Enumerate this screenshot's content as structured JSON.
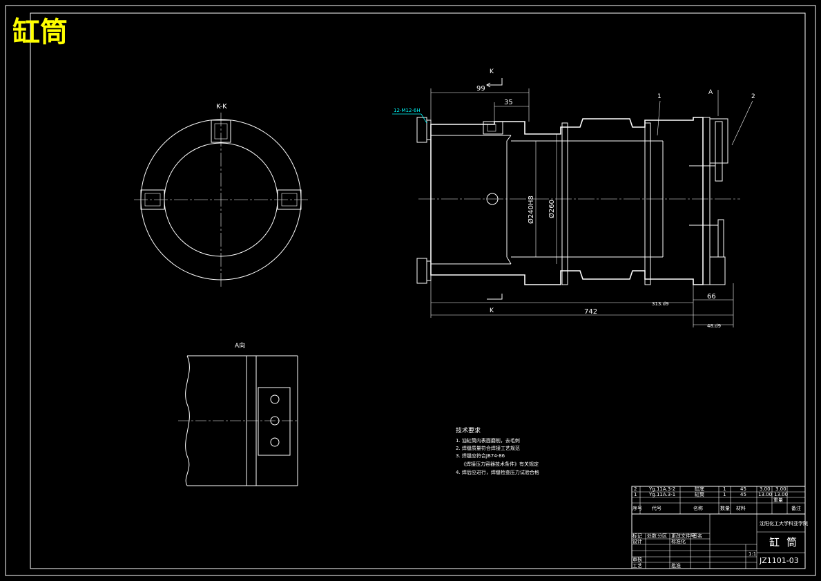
{
  "title": "缸筒",
  "colors": {
    "background": "#000000",
    "lines": "#ffffff",
    "title": "#ffff00",
    "leader": "#00ffff"
  },
  "views": {
    "section_kk": {
      "label": "K-K"
    },
    "detail_a": {
      "label": "A向"
    }
  },
  "main_view": {
    "section_mark": "K",
    "view_mark": "A",
    "thread_callout": "12-M12-6H",
    "item_numbers": [
      "1",
      "2"
    ],
    "dimensions": {
      "d99": "99",
      "d35": "35",
      "bore": "Ø240H8",
      "outer": "Ø260",
      "d313": "313.d9",
      "d66": "66",
      "d742": "742",
      "d48": "48.d9"
    }
  },
  "tech_requirements": {
    "heading": "技术要求",
    "items": [
      "1. 油缸筒内表面磨削，去毛刺",
      "2. 焊缝质量符合焊接工艺规范",
      "3. 焊缝应符合JB74-86",
      "《焊接压力容器技术条件》有关规定",
      "4. 焊后应进行，焊缝检查压力试验合格"
    ]
  },
  "title_block": {
    "parts": [
      {
        "no": "2",
        "code": "Yg.11A.3-2",
        "name": "缸底",
        "qty": "1",
        "material": "45",
        "unit_weight": "3.00",
        "total_weight": "3.00"
      },
      {
        "no": "1",
        "code": "Yg.11A.3-1",
        "name": "缸筒",
        "qty": "1",
        "material": "45",
        "unit_weight": "13.00",
        "total_weight": "13.00"
      }
    ],
    "header": [
      "序号",
      "代号",
      "名称",
      "数量",
      "材料",
      "重量",
      "备注"
    ],
    "school": "沈阳化工大学科亚学院",
    "drawing_name": "缸筒",
    "drawing_no": "JZ1101-03",
    "scale": "1:1",
    "rows_left": [
      "标记",
      "处数",
      "分区",
      "更改文件号",
      "签名",
      "设计",
      "标准化",
      "审核",
      "工艺",
      "批准"
    ]
  }
}
